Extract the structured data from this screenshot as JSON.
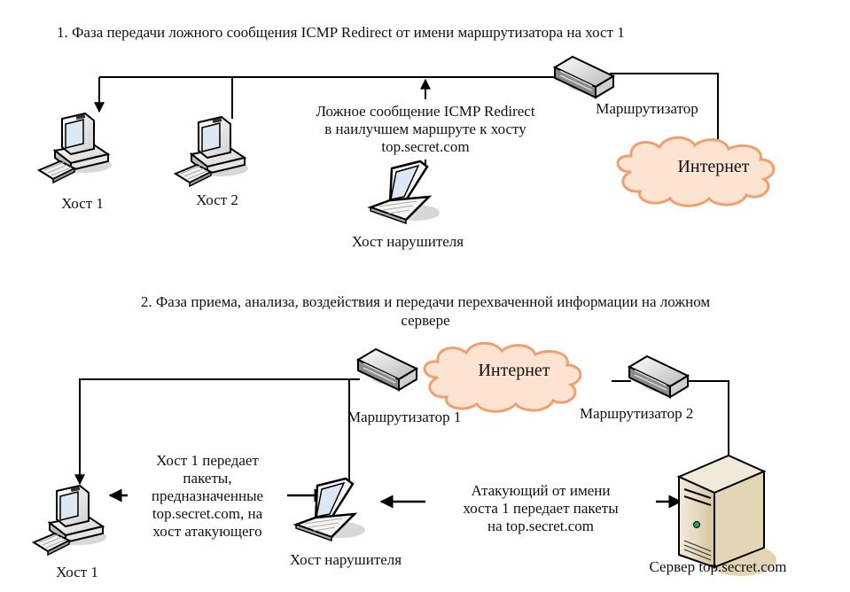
{
  "phase1": {
    "title": "1. Фаза передачи ложного сообщения ICMP Redirect от имени маршрутизатора на хост 1",
    "nodes": {
      "host1": "Хост 1",
      "host2": "Хост 2",
      "attacker": "Хост нарушителя",
      "router": "Маршрутизатор",
      "internet": "Интернет"
    },
    "message_lines": [
      "Ложное сообщение ICMP Redirect",
      "в наилучшем маршруте к хосту",
      "top.secret.com"
    ]
  },
  "phase2": {
    "title_lines": [
      "2. Фаза приема, анализа, воздействия и передачи перехваченной информации на ложном",
      "сервере"
    ],
    "nodes": {
      "host1": "Хост 1",
      "attacker": "Хост нарушителя",
      "router1": "Маршрутизатор 1",
      "router2": "Маршрутизатор 2",
      "internet": "Интернет",
      "server": "Сервер top.secret.com"
    },
    "host1_note_lines": [
      "Хост 1 передает",
      "пакеты,",
      "предназначенные",
      "top.secret.com, на",
      "хост атакующего"
    ],
    "attacker_note_lines": [
      "Атакующий от имени",
      "хоста 1 передает пакеты",
      "на top.secret.com"
    ]
  },
  "colors": {
    "line": "#000000",
    "cloud_fill": "#fde3d1",
    "cloud_stroke": "#f0a070",
    "screen": "#dce9f5",
    "server_body": "#e8dcc4",
    "led": "#2a9a7a"
  }
}
